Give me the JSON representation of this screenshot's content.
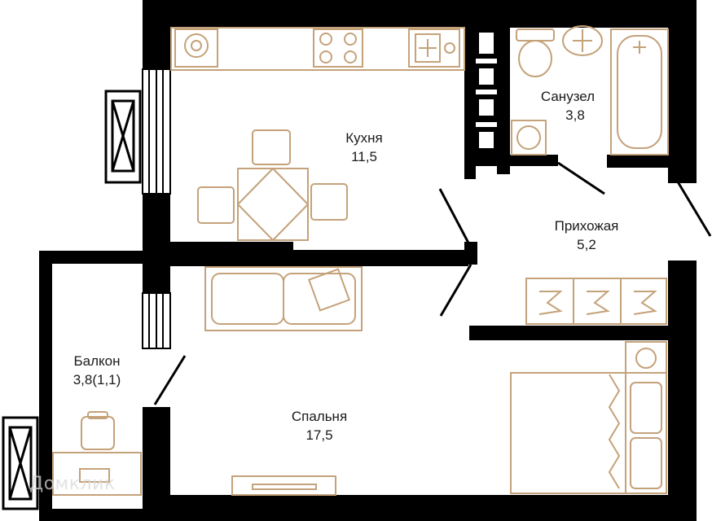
{
  "plan": {
    "colors": {
      "wall": "#000000",
      "furniture": "#c4a27a",
      "background": "#ffffff",
      "text": "#1a1a1a"
    },
    "rooms": [
      {
        "id": "kitchen",
        "name": "Кухня",
        "area": "11,5"
      },
      {
        "id": "bathroom",
        "name": "Санузел",
        "area": "3,8"
      },
      {
        "id": "hallway",
        "name": "Прихожая",
        "area": "5,2"
      },
      {
        "id": "balcony",
        "name": "Балкон",
        "area": "3,8(1,1)"
      },
      {
        "id": "bedroom",
        "name": "Спальня",
        "area": "17,5"
      }
    ],
    "watermark": "Домклик",
    "icons": [
      "stove-icon",
      "washing-machine-icon",
      "toilet-icon",
      "sink-icon",
      "bathtub-icon",
      "bed-icon",
      "sofa-icon",
      "dining-table-icon",
      "wardrobe-icon",
      "desk-icon",
      "window-icon",
      "door-icon"
    ]
  }
}
